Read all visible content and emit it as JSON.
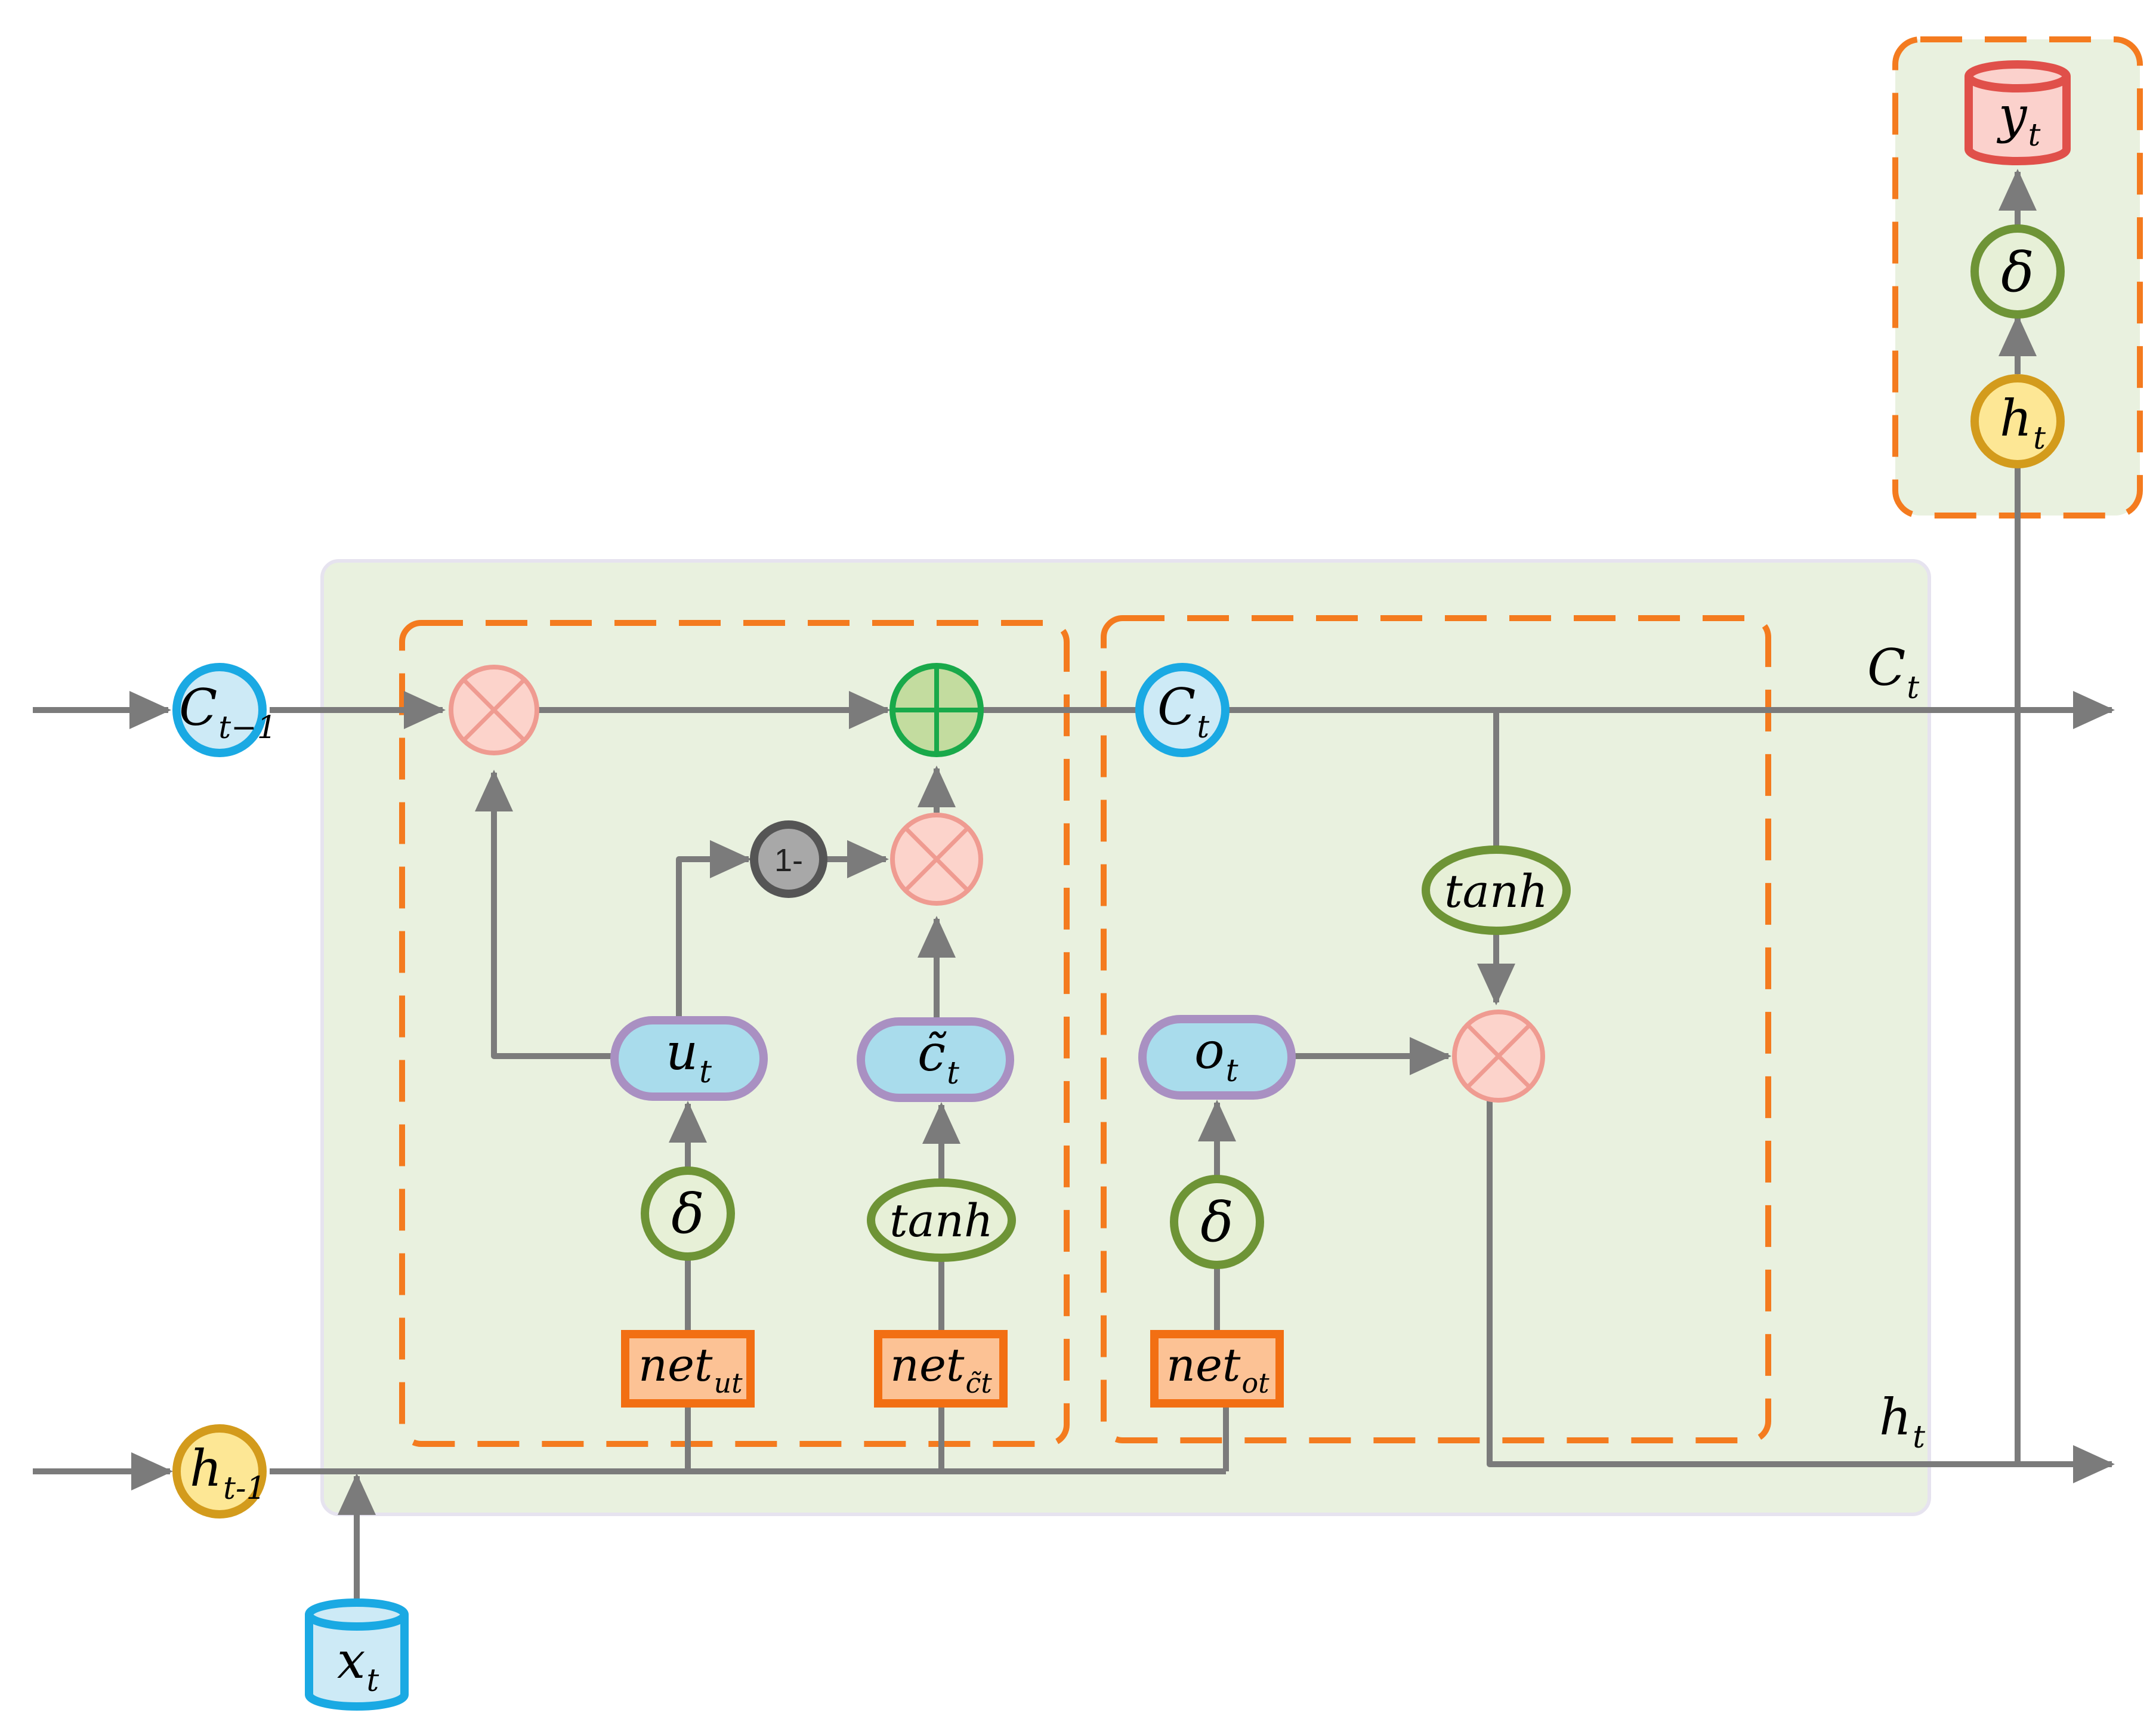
{
  "colors": {
    "panel": "#e9f1df",
    "panel_border": "#e6e3ef",
    "dash": "#f47b1f",
    "arrow": "#7b7b7b",
    "blue_fill": "#cdeaf6",
    "blue_stroke": "#1aa9e3",
    "yellow_fill": "#fde795",
    "yellow_stroke": "#d39b1c",
    "green_stroke": "#6e9436",
    "green_fill": "#e7f0d7",
    "pink_fill": "#fcd3cb",
    "pink_stroke": "#ef9b91",
    "plus_fill": "#c3dc9f",
    "plus_stroke": "#19a94a",
    "gate_fill": "#a9dcec",
    "gate_stroke": "#a990c2",
    "net_fill": "#fcc295",
    "net_stroke": "#f26f13",
    "gray_fill": "#a8a8a8",
    "gray_stroke": "#555555",
    "red_fill": "#fbd1cc",
    "red_stroke": "#e0504a"
  },
  "icons": {
    "multiply": "circle-times-icon",
    "add": "circle-plus-icon",
    "data": "cylinder-icon"
  },
  "inputs": {
    "prev_cell": {
      "base": "C",
      "sub": "t−1"
    },
    "prev_hidden": {
      "base": "h",
      "sub": "t-1"
    },
    "input_x": {
      "base": "x",
      "sub": "t"
    }
  },
  "update_block": {
    "gate_u": {
      "base": "u",
      "sub": "t"
    },
    "candidate": {
      "base": "c̃",
      "sub": "t"
    },
    "sigma": "δ",
    "tanh": "tanh",
    "net_u": {
      "base": "net",
      "sub": "ut"
    },
    "net_c": {
      "base": "net",
      "sub": "c̃t"
    },
    "one_minus": "1-"
  },
  "output_block": {
    "cell_state": {
      "base": "C",
      "sub": "t"
    },
    "gate_o": {
      "base": "o",
      "sub": "t"
    },
    "sigma": "δ",
    "tanh": "tanh",
    "net_o": {
      "base": "net",
      "sub": "ot"
    }
  },
  "outputs": {
    "cell_out": {
      "base": "C",
      "sub": "t"
    },
    "hidden_out": {
      "base": "h",
      "sub": "t"
    }
  },
  "prediction": {
    "y": {
      "base": "y",
      "sub": "t"
    },
    "sigma": "δ",
    "h": {
      "base": "h",
      "sub": "t"
    }
  }
}
